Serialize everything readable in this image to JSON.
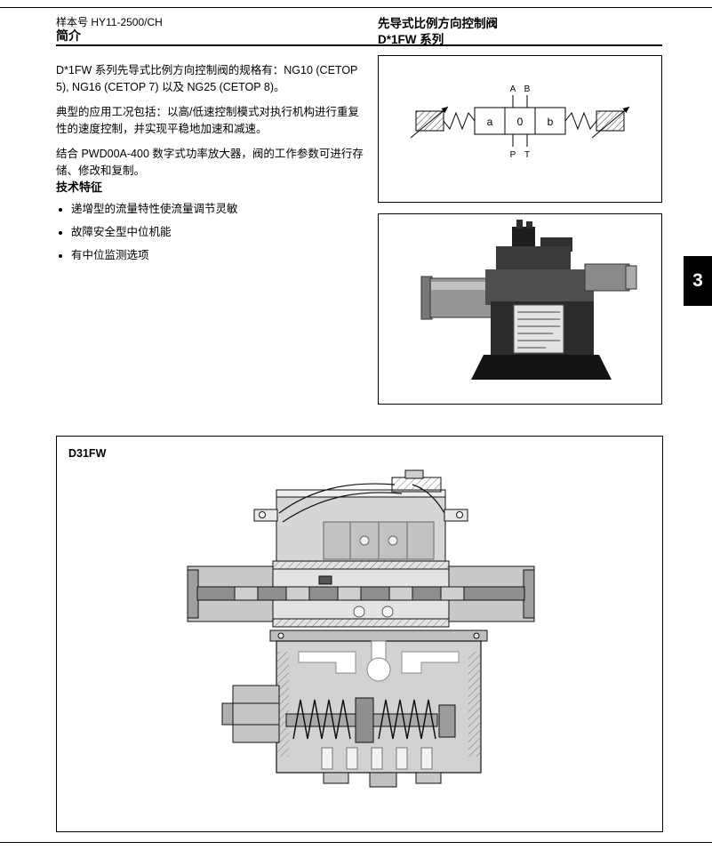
{
  "header": {
    "catalog_no": "样本号 HY11-2500/CH",
    "doc_title": "简介",
    "product_title": "先导式比例方向控制阀",
    "series_title": "D*1FW 系列"
  },
  "intro": {
    "para1": "D*1FW 系列先导式比例方向控制阀的规格有：NG10 (CETOP 5), NG16 (CETOP 7) 以及 NG25 (CETOP 8)。",
    "para2": "典型的应用工况包括：以高/低速控制模式对执行机构进行重复性的速度控制，并实现平稳地加速和减速。",
    "para3": "结合 PWD00A-400 数字式功率放大器，阀的工作参数可进行存储、修改和复制。"
  },
  "features": {
    "heading": "技术特征",
    "items": [
      "递增型的流量特性使流量调节灵敏",
      "故障安全型中位机能",
      "有中位监测选项"
    ]
  },
  "schematic": {
    "port_a": "A",
    "port_b": "B",
    "port_p": "P",
    "port_t": "T",
    "pos_left": "a",
    "pos_center": "0",
    "pos_right": "b"
  },
  "section_tab": "3",
  "figure": {
    "label": "D31FW"
  },
  "colors": {
    "ink": "#000000",
    "tab_bg": "#000000",
    "tab_fg": "#ffffff"
  }
}
